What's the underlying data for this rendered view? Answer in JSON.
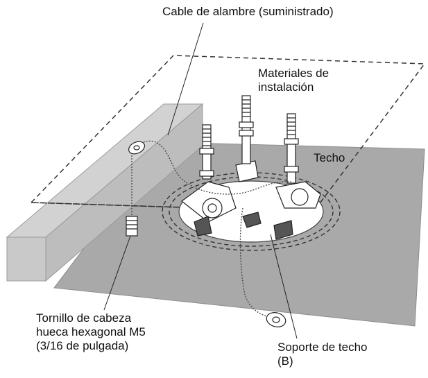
{
  "labels": {
    "cable": "Cable de alambre (suministrado)",
    "materiales": [
      "Materiales de",
      "instalación"
    ],
    "techo": "Techo",
    "tornillo": [
      "Tornillo de cabeza",
      "hueca hexagonal M5",
      "(3/16 de pulgada)"
    ],
    "soporte": [
      "Soporte de techo",
      "(B)"
    ]
  },
  "colors": {
    "ceiling_plate": "#a8a8a8",
    "beam": "#c4c4c4",
    "line": "#222222",
    "hole": "#ffffff"
  }
}
